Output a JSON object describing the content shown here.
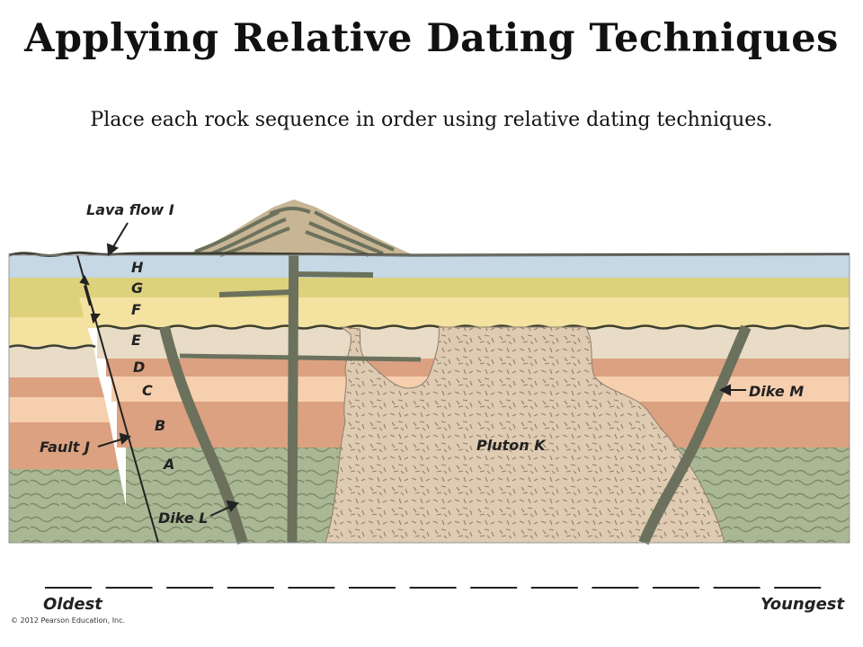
{
  "title": "Applying Relative Dating Techniques",
  "subtitle": "Place each rock sequence in order using relative dating techniques.",
  "labels": {
    "lava_flow": "Lava flow I",
    "fault": "Fault J",
    "dike_l": "Dike L",
    "dike_m": "Dike M",
    "pluton": "Pluton K",
    "layer_h": "H",
    "layer_g": "G",
    "layer_f": "F",
    "layer_e": "E",
    "layer_d": "D",
    "layer_c": "C",
    "layer_b": "B",
    "layer_a": "A"
  },
  "timeline": {
    "blank_count": 13,
    "start_label": "Oldest",
    "end_label": "Youngest"
  },
  "credit": "© 2012 Pearson Education, Inc.",
  "colors": {
    "layer_h": "#c5d8e4",
    "layer_g": "#ddd17c",
    "layer_f": "#f3e2a0",
    "layer_e": "#e8dcc7",
    "layer_d": "#dca181",
    "layer_c": "#f6cfae",
    "layer_b": "#dca181",
    "layer_a": "#a9b794",
    "pluton": "#dfcbb1",
    "dike": "#6b715c"
  }
}
